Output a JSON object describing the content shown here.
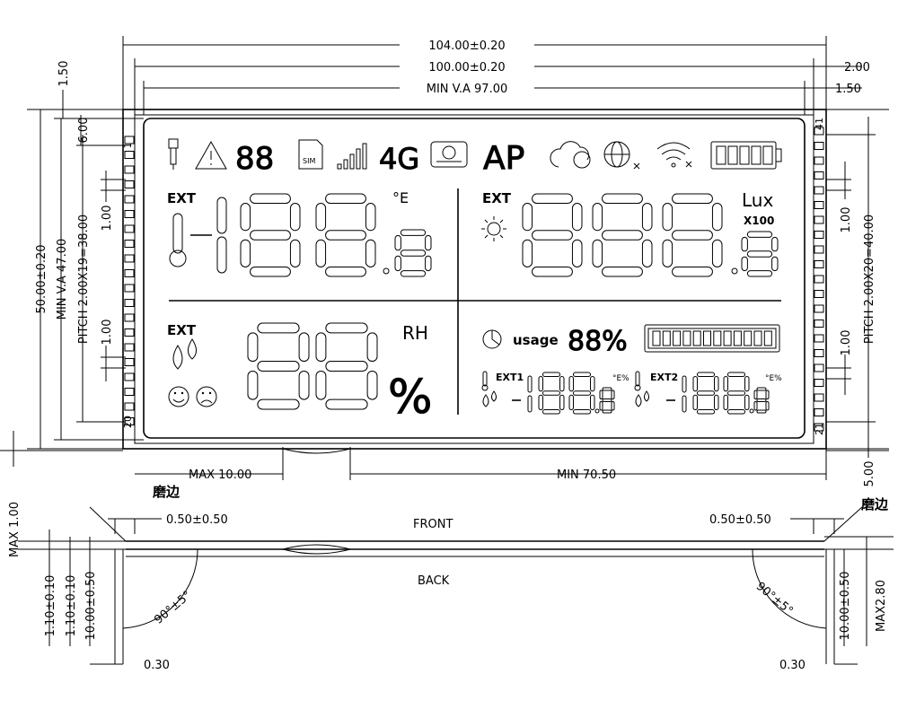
{
  "dimensions": {
    "overall_width": "104.00±0.20",
    "glass_width": "100.00±0.20",
    "view_area_width": "MIN V.A 97.00",
    "top_left_offset": "1.50",
    "right_offset_outer": "2.00",
    "right_offset_inner": "1.50",
    "pin_first_offset": "6.00",
    "left_pin_pitch_unit": "1.00",
    "left_pin_pitch_unit_2": "1.00",
    "overall_height": "50.00±0.20",
    "view_area_height": "MIN V.A 47.00",
    "left_pitch": "PITCH 2.00X19=38.00",
    "right_pin_pitch_unit": "1.00",
    "right_pin_pitch_unit_2": "1.00",
    "right_pitch": "PITCH 2.00X20=40.00",
    "bottom_pin_offset": "5.00",
    "max_tail": "MAX 10.00",
    "min_tail": "MIN 70.50",
    "max_thickness": "MAX 1.00",
    "chamfer_left": "0.50±0.50",
    "chamfer_right": "0.50±0.50",
    "glass_thickness_1": "1.10±0.10",
    "glass_thickness_2": "1.10±0.10",
    "pin_length_left": "10.00±0.50",
    "pin_length_right": "10.00±0.50",
    "max_height_right": "MAX2.80",
    "angle_left": "90°±5°",
    "angle_right": "90°±5°",
    "pin_width_left": "0.30",
    "pin_width_right": "0.30"
  },
  "pins": {
    "left_top": "1",
    "left_bottom": "20",
    "right_top": "41",
    "right_bottom": "21"
  },
  "notes": {
    "edge_grind_left": "磨边",
    "edge_grind_right": "磨边",
    "front": "FRONT",
    "back": "BACK"
  },
  "lcd": {
    "digit_88": "88",
    "network": "4G",
    "mode": "AP",
    "sim": "SIM",
    "ext_temp": "EXT",
    "temp_unit": "°E",
    "ext_lux": "EXT",
    "lux": "Lux",
    "lux_mult": "X100",
    "ext_rh": "EXT",
    "rh": "RH",
    "percent": "%",
    "usage": "usage",
    "usage_pct": "88%",
    "ext1": "EXT1",
    "ext2": "EXT2",
    "small_unit_1": "°E%",
    "small_unit_2": "°E%",
    "battery_segments": 12
  }
}
